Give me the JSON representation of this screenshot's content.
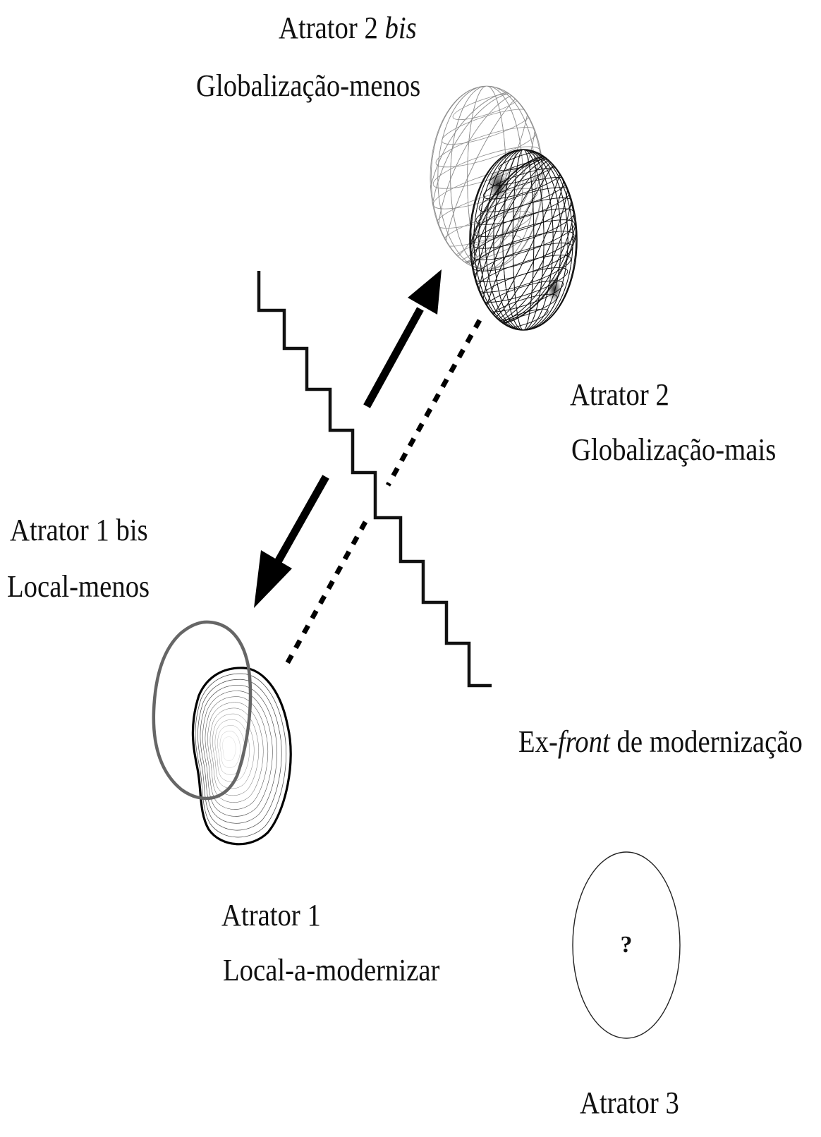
{
  "labels": {
    "attractor_2_bis_title": "Atrator 2",
    "attractor_2_bis_title_italic": "bis",
    "attractor_2_bis_sub": "Globalização-menos",
    "attractor_2_title": "Atrator 2",
    "attractor_2_sub": "Globalização-mais",
    "attractor_1_bis_title": "Atrator 1 bis",
    "attractor_1_bis_sub": "Local-menos",
    "front_prefix": "Ex-",
    "front_italic": "front",
    "front_suffix": " de modernização",
    "attractor_1_title": "Atrator 1",
    "attractor_1_sub": "Local-a-modernizar",
    "attractor_3_title": "Atrator 3",
    "attractor_3_mark": "?"
  },
  "colors": {
    "ink": "#111111",
    "grey_outline": "#666666",
    "background": "#ffffff"
  }
}
